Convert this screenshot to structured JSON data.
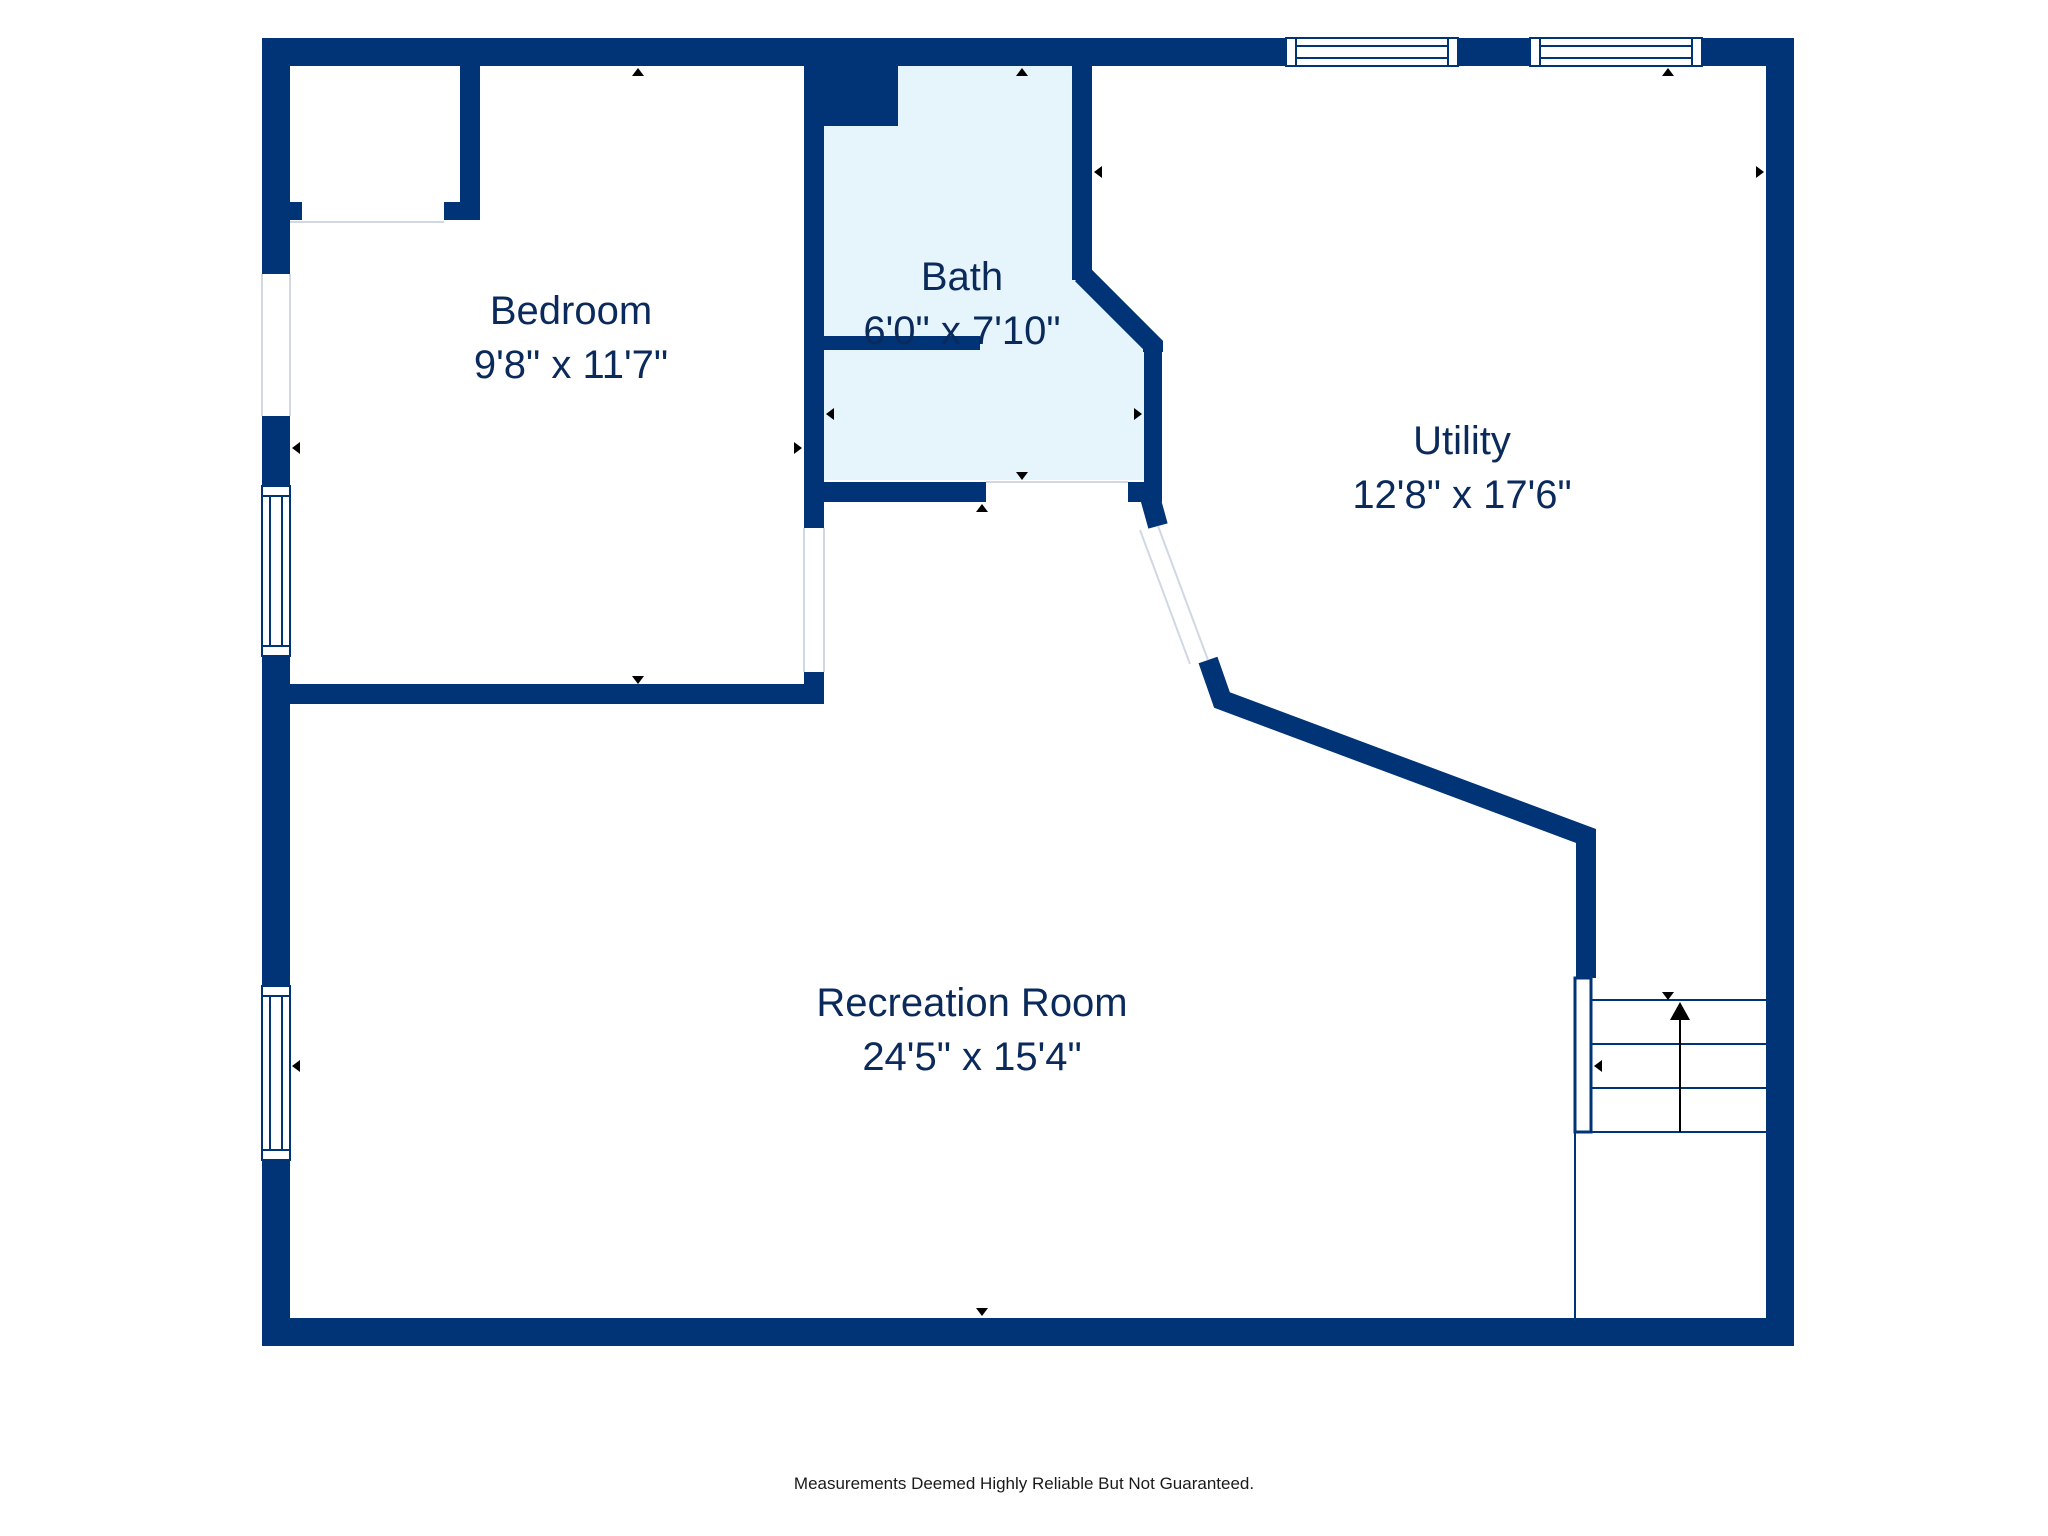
{
  "colors": {
    "wall": "#013477",
    "bath_fill": "#e6f4fc",
    "background": "#ffffff",
    "label": "#0b2a5c"
  },
  "rooms": {
    "bedroom": {
      "name": "Bedroom",
      "dimensions": "9'8\" x 11'7\""
    },
    "bath": {
      "name": "Bath",
      "dimensions": "6'0\" x 7'10\""
    },
    "utility": {
      "name": "Utility",
      "dimensions": "12'8\" x 17'6\""
    },
    "recreation": {
      "name": "Recreation Room",
      "dimensions": "24'5\" x 15'4\""
    }
  },
  "disclaimer": "Measurements Deemed Highly Reliable But Not Guaranteed."
}
